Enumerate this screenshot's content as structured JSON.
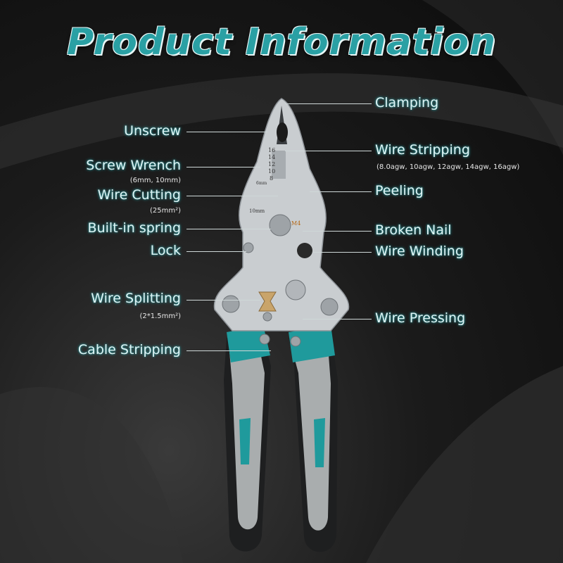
{
  "title": "Product Information",
  "labels_left": [
    {
      "id": "unscrew",
      "label": "Unscrew",
      "sub": ""
    },
    {
      "id": "screw-wrench",
      "label": "Screw Wrench",
      "sub": "(6mm, 10mm)"
    },
    {
      "id": "wire-cutting",
      "label": "Wire Cutting",
      "sub": "(25mm²)"
    },
    {
      "id": "built-in-spring",
      "label": "Built-in spring",
      "sub": ""
    },
    {
      "id": "lock",
      "label": "Lock",
      "sub": ""
    },
    {
      "id": "wire-splitting",
      "label": "Wire Splitting",
      "sub": "(2*1.5mm²)"
    },
    {
      "id": "cable-stripping",
      "label": "Cable Stripping",
      "sub": ""
    }
  ],
  "labels_right": [
    {
      "id": "clamping",
      "label": "Clamping",
      "sub": ""
    },
    {
      "id": "wire-stripping",
      "label": "Wire Stripping",
      "sub": "(8.0agw, 10agw, 12agw, 14agw, 16agw)"
    },
    {
      "id": "peeling",
      "label": "Peeling",
      "sub": ""
    },
    {
      "id": "broken-nail",
      "label": "Broken Nail",
      "sub": ""
    },
    {
      "id": "wire-winding",
      "label": "Wire Winding",
      "sub": ""
    },
    {
      "id": "wire-pressing",
      "label": "Wire Pressing",
      "sub": ""
    }
  ],
  "tool_markings": {
    "gauges": [
      "16",
      "14",
      "12",
      "10",
      "8"
    ],
    "wrench_small": "6mm",
    "wrench_large": "10mm",
    "hex": "M4"
  },
  "colors": {
    "accent": "#2aa0a4",
    "handle_teal": "#1f9a9c",
    "handle_grey": "#a9adae",
    "handle_black": "#1e1f20",
    "steel": "#c9cdd0"
  }
}
